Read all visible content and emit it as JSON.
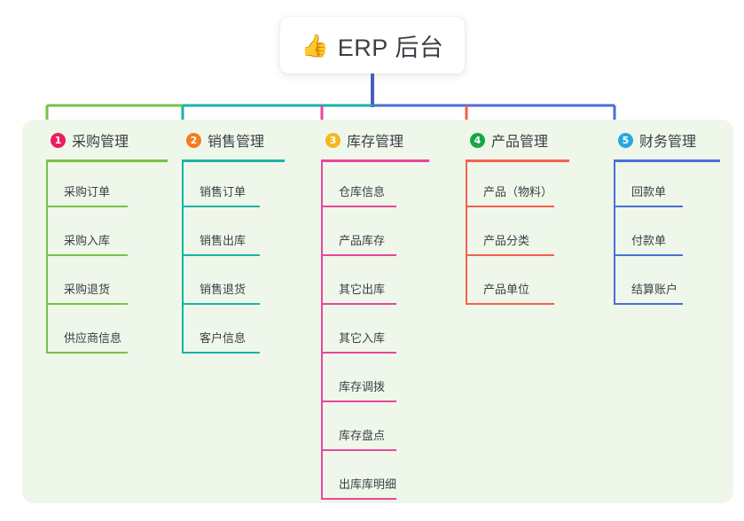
{
  "root": {
    "icon": "thumbs-up-icon",
    "emoji": "👍",
    "title": "ERP 后台"
  },
  "theme": {
    "panel_bg": "#eef7e9",
    "card_bg": "#ffffff",
    "text": "#3b3f46",
    "trunk": "#4a5bc4"
  },
  "columns": [
    {
      "number": "1",
      "label": "采购管理",
      "badge_color": "#ec1c5f",
      "line_color": "#7ac143",
      "items": [
        {
          "label": "采购订单"
        },
        {
          "label": "采购入库"
        },
        {
          "label": "采购退货"
        },
        {
          "label": "供应商信息"
        }
      ]
    },
    {
      "number": "2",
      "label": "销售管理",
      "badge_color": "#f57c20",
      "line_color": "#19b3a6",
      "items": [
        {
          "label": "销售订单"
        },
        {
          "label": "销售出库"
        },
        {
          "label": "销售退货"
        },
        {
          "label": "客户信息"
        }
      ]
    },
    {
      "number": "3",
      "label": "库存管理",
      "badge_color": "#f5b820",
      "line_color": "#e8469e",
      "items": [
        {
          "label": "仓库信息"
        },
        {
          "label": "产品库存"
        },
        {
          "label": "其它出库"
        },
        {
          "label": "其它入库"
        },
        {
          "label": "库存调拨"
        },
        {
          "label": "库存盘点"
        },
        {
          "label": "出库库明细"
        }
      ]
    },
    {
      "number": "4",
      "label": "产品管理",
      "badge_color": "#19a64a",
      "line_color": "#f4604f",
      "items": [
        {
          "label": "产品（物料）"
        },
        {
          "label": "产品分类"
        },
        {
          "label": "产品单位"
        }
      ]
    },
    {
      "number": "5",
      "label": "财务管理",
      "badge_color": "#29a8e0",
      "line_color": "#4a6fd4",
      "items": [
        {
          "label": "回款单"
        },
        {
          "label": "付款单"
        },
        {
          "label": "结算账户"
        }
      ]
    }
  ]
}
